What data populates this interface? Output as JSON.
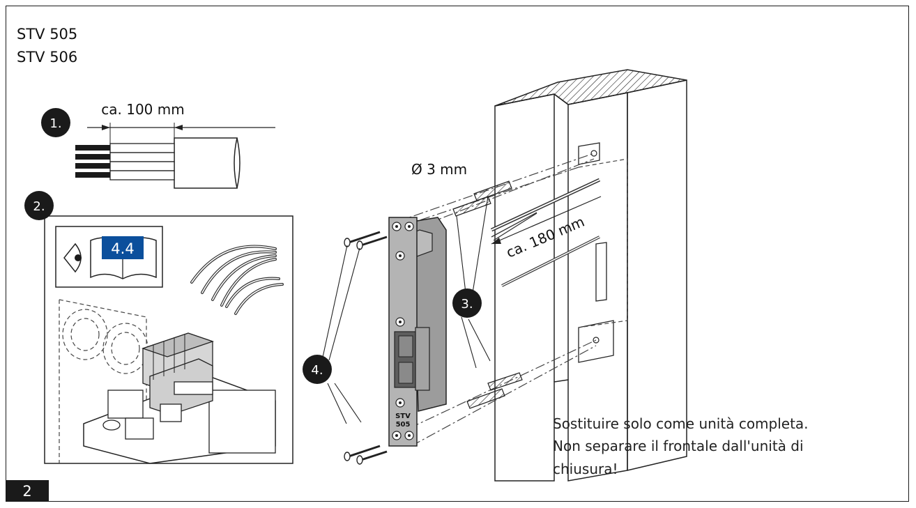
{
  "figure": {
    "models": [
      "STV 505",
      "STV 506"
    ],
    "figure_number": "2"
  },
  "steps": {
    "step1": "1.",
    "step2": "2.",
    "step3": "3.",
    "step4": "4."
  },
  "dimensions": {
    "strip_length": "ca. 100 mm",
    "drill_diameter": "Ø 3 mm",
    "wire_length": "ca. 180 mm"
  },
  "manual_reference": "4.4",
  "device_label": {
    "line1": "STV",
    "line2": "505"
  },
  "note": {
    "line1": "Sostituire solo come unità completa.",
    "line2": "Non separare il frontale dall'unità di",
    "line3": "chiusura!"
  }
}
